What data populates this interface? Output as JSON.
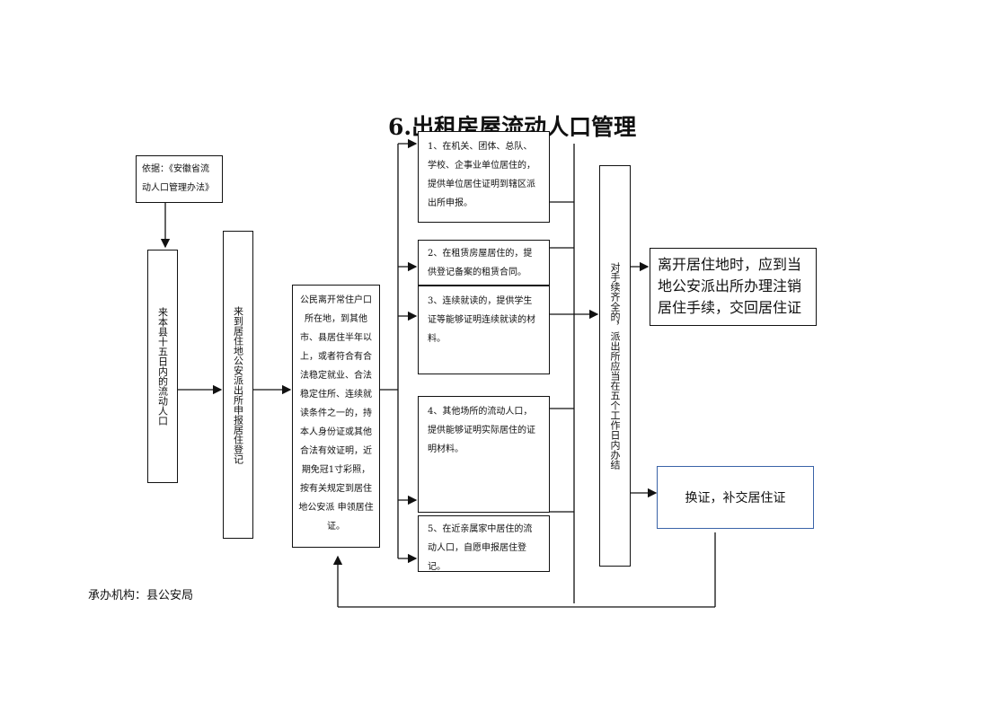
{
  "title": "6.出租房屋流动人口管理",
  "basis": "依据：《安徽省流动人口管理办法》",
  "col1": "来本县十五日内的流动人口",
  "col2": "来到居住地公安派出所申报居住登记",
  "center": "公民离开常住户口所在地，到其他市、县居住半年以上，或者符合有合法稳定就业、合法稳定住所、连续就读条件之一的，持本人身份证或其他合法有效证明，近期免冠1寸彩照，按有关规定到居住地公安派 申领居住证。",
  "cases": [
    "1、在机关、团体、总队、学校、企事业单位居住的，提供单位居住证明到辖区派出所申报。",
    "2、在租赁房屋居住的，提供登记备案的租赁合同。",
    "3、连续就读的，提供学生证等能够证明连续就读的材料。",
    "4、其他场所的流动人口，提供能够证明实际居住的证明材料。",
    "5、在近亲属家中居住的流动人口，自愿申报居住登记。"
  ],
  "complete": "对手续齐全的，派出所应当在五个工作日内办结",
  "leave": "离开居住地时，应到当地公安派出所办理注销居住手续，交回居住证",
  "renew": "换证，补交居住证",
  "org": "承办机构：县公安局"
}
